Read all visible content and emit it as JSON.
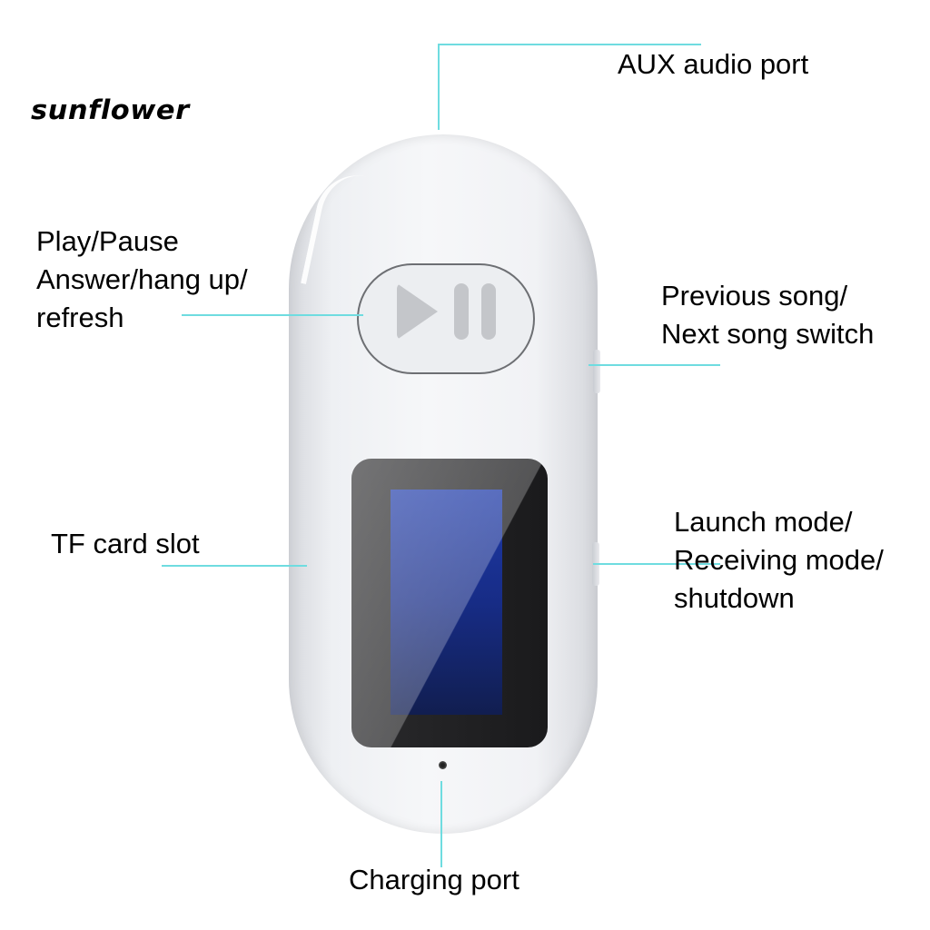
{
  "brand": {
    "name": "sunflower"
  },
  "accent_color": "#6fdce0",
  "device": {
    "body_color": "#f1f2f5",
    "screen_color": "#1e3aa8",
    "play_pause_icon": "play-pause-icon"
  },
  "callouts": {
    "aux": {
      "lines": [
        "AUX audio port"
      ]
    },
    "play_pause": {
      "lines": [
        "Play/Pause",
        "Answer/hang up/",
        "refresh"
      ]
    },
    "prev_next": {
      "lines": [
        "Previous song/",
        "Next song switch"
      ]
    },
    "tf_card": {
      "lines": [
        "TF card slot"
      ]
    },
    "mode": {
      "lines": [
        "Launch mode/",
        "Receiving mode/",
        "shutdown"
      ]
    },
    "charging": {
      "lines": [
        "Charging port"
      ]
    }
  }
}
